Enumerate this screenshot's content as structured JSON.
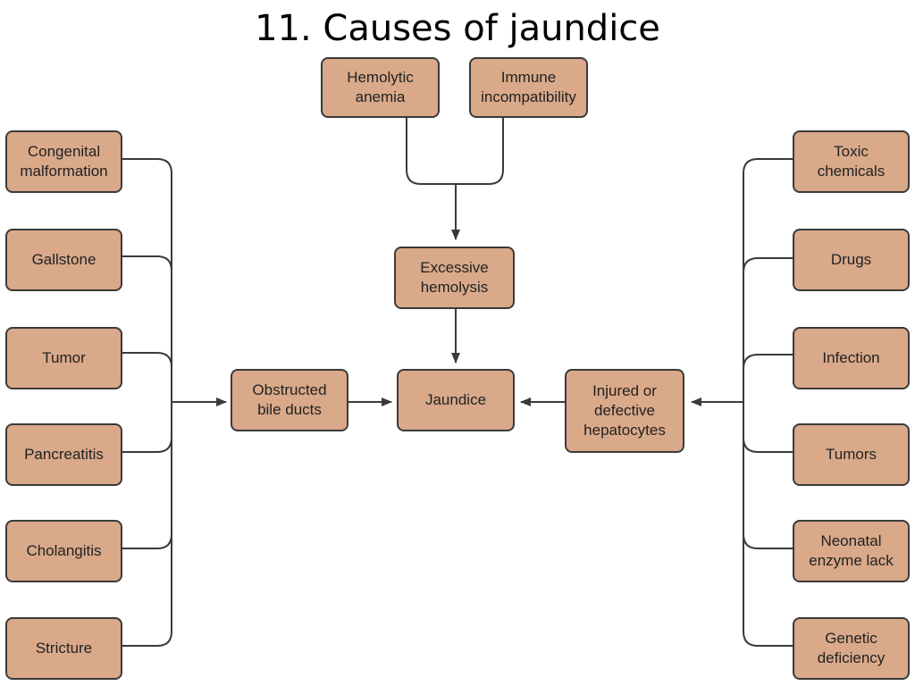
{
  "title": "11. Causes of jaundice",
  "center": {
    "jaundice": "Jaundice",
    "excessive_hemolysis": "Excessive\nhemolysis",
    "obstructed_bile_ducts": "Obstructed\nbile ducts",
    "injured_hepatocytes": "Injured or\ndefective\nhepatocytes"
  },
  "top": {
    "hemolytic_anemia": "Hemolytic\nanemia",
    "immune_incompatibility": "Immune\nincompatibility"
  },
  "left": [
    "Congenital\nmalformation",
    "Gallstone",
    "Tumor",
    "Pancreatitis",
    "Cholangitis",
    "Stricture"
  ],
  "right": [
    "Toxic\nchemicals",
    "Drugs",
    "Infection",
    "Tumors",
    "Neonatal\nenzyme lack",
    "Genetic\ndeficiency"
  ],
  "colors": {
    "box_fill": "#d9a98a",
    "line": "#3a3a3a"
  }
}
